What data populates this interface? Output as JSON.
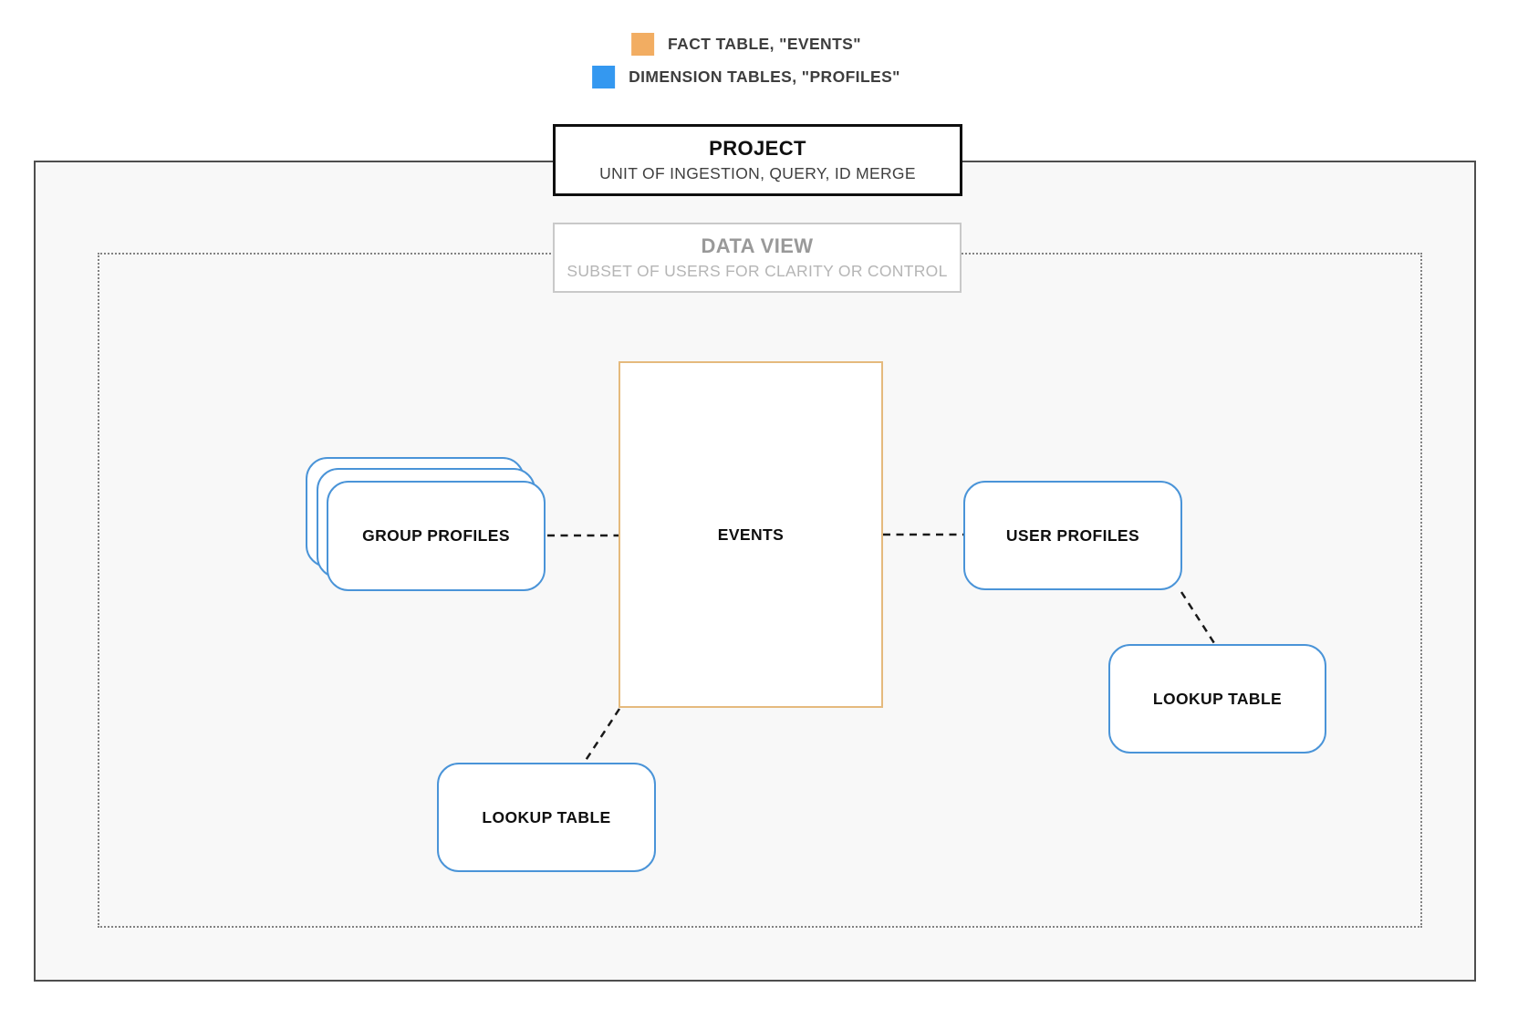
{
  "legend": {
    "items": [
      {
        "label": "FACT TABLE, \"EVENTS\"",
        "swatch_color": "#f2ad62",
        "swatch_name": "fact-table-swatch"
      },
      {
        "label": "DIMENSION TABLES, \"PROFILES\"",
        "swatch_color": "#3498f0",
        "swatch_name": "dimension-tables-swatch"
      }
    ]
  },
  "project": {
    "title": "PROJECT",
    "subtitle": "UNIT OF INGESTION, QUERY, ID MERGE"
  },
  "data_view": {
    "title": "DATA VIEW",
    "subtitle": "SUBSET OF USERS FOR CLARITY OR CONTROL"
  },
  "nodes": {
    "events": {
      "label": "EVENTS",
      "type": "fact",
      "border_color": "#e5ba7d"
    },
    "group_profiles": {
      "label": "GROUP PROFILES",
      "type": "dimension",
      "stacked": true,
      "border_color": "#4a94d8"
    },
    "user_profiles": {
      "label": "USER PROFILES",
      "type": "dimension",
      "border_color": "#4a94d8"
    },
    "lookup_table_bottom": {
      "label": "LOOKUP TABLE",
      "type": "dimension",
      "border_color": "#4a94d8"
    },
    "lookup_table_right": {
      "label": "LOOKUP TABLE",
      "type": "dimension",
      "border_color": "#4a94d8"
    }
  },
  "colors": {
    "fact_accent": "#f2ad62",
    "dimension_accent": "#3498f0",
    "fact_border": "#e5ba7d",
    "dimension_border": "#4a94d8",
    "boundary_solid": "#4e4e4e",
    "boundary_dotted": "#828282",
    "diagram_background": "#f8f8f8"
  }
}
